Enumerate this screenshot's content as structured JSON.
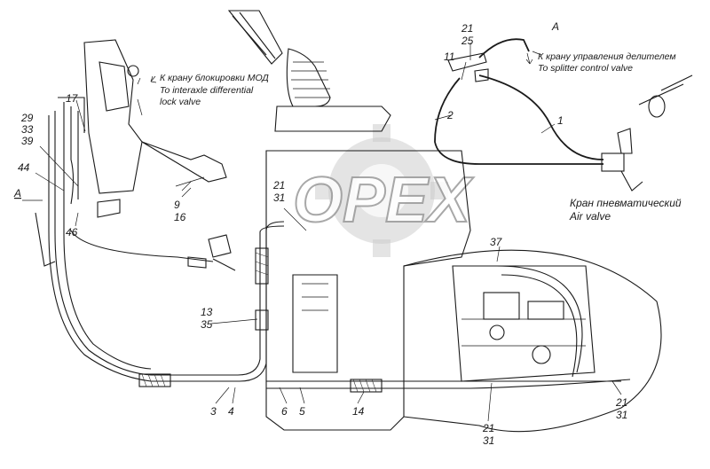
{
  "view_label": "А",
  "section_label": "А",
  "notes": {
    "interaxle_ru": "К крану блокировки МОД",
    "interaxle_en": "To interaxle differential",
    "interaxle_en2": "lock valve",
    "splitter_ru": "К крану управления делителем",
    "splitter_en": "To splitter control valve",
    "air_ru": "Кран пневматический",
    "air_en": "Air valve"
  },
  "callouts": {
    "c21_top": "21",
    "c25_top": "25",
    "c11": "11",
    "c2": "2",
    "c1": "1",
    "c17": "17",
    "c29": "29",
    "c33": "33",
    "c39": "39",
    "c44": "44",
    "c46": "46",
    "c9": "9",
    "c16": "16",
    "c21_mid": "21",
    "c31_mid": "31",
    "c13": "13",
    "c35": "35",
    "c37": "37",
    "c3": "3",
    "c4": "4",
    "c6": "6",
    "c5": "5",
    "c14": "14",
    "c21_bot": "21",
    "c31_bot": "31",
    "c21_right": "21",
    "c31_right": "31"
  },
  "watermark": "OPEX"
}
